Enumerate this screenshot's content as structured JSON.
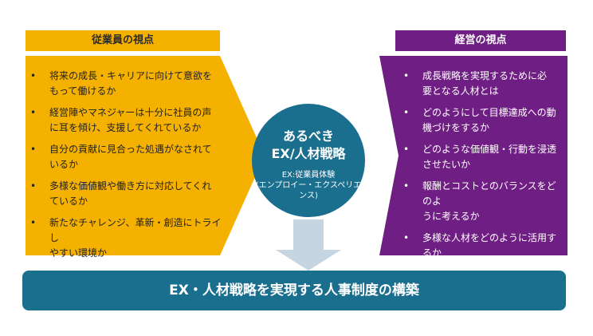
{
  "employee": {
    "title": "従業員の視点",
    "items": [
      [
        "将来の成長・キャリアに向けて意欲を",
        "もって働けるか"
      ],
      [
        "経営陣やマネジャーは十分に社員の声",
        "に耳を傾け、支援してくれているか"
      ],
      [
        "自分の貢献に見合った処遇がなされて",
        "いるか"
      ],
      [
        "多様な価値観や働き方に対応してくれ",
        "ているか"
      ],
      [
        "新たなチャレンジ、革新・創造にトライし",
        "やすい環境か"
      ]
    ]
  },
  "management": {
    "title": "経営の視点",
    "items": [
      [
        "成長戦略を実現するために必",
        "要となる人材とは"
      ],
      [
        "どのようにして目標達成への動",
        "機づけをするか"
      ],
      [
        "どのような価値観・行動を浸透",
        "させたいか"
      ],
      [
        "報酬とコストとのバランスをどのよ",
        "うに考えるか"
      ],
      [
        "多様な人材をどのように活用す",
        "るか"
      ]
    ]
  },
  "center": {
    "line1": "あるべき",
    "line2": "EX/人材戦略",
    "sub1": "EX:従業員体験",
    "sub2": "(エンプロイー・エクスペリエンス)"
  },
  "bullet": "•",
  "bottom": "EX・人材戦略を実現する人事制度の構築",
  "colors": {
    "employee": "#f5b100",
    "management": "#6f1f83",
    "teal": "#1a6e8e",
    "arrow": "#c5d5e2"
  }
}
